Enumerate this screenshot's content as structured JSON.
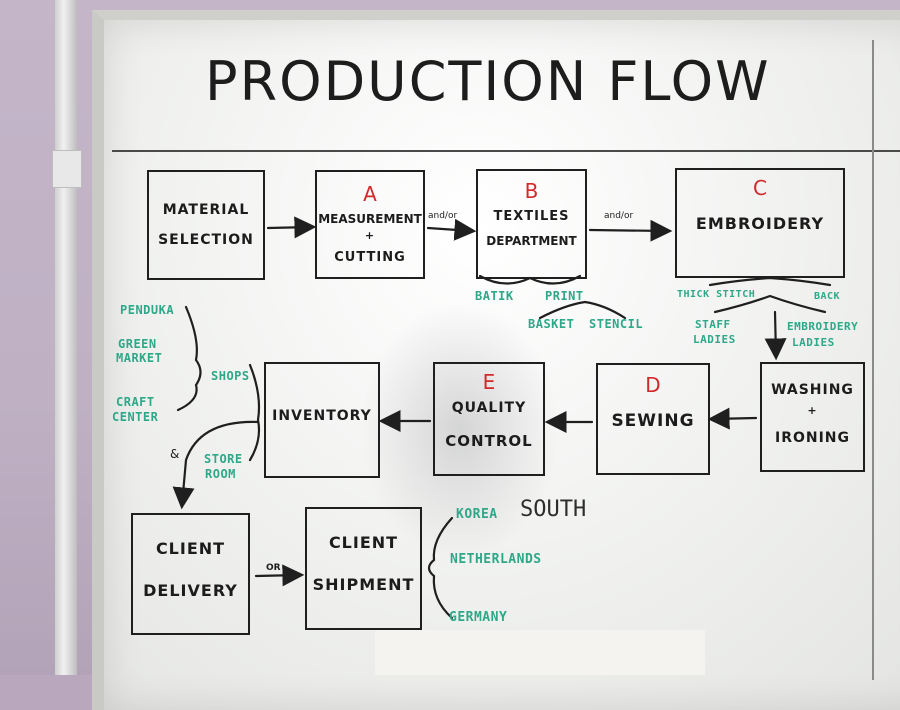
{
  "title": "PRODUCTION FLOW",
  "boxes": {
    "material_selection": {
      "line1": "MATERIAL",
      "line2": "SELECTION"
    },
    "measurement": {
      "letter": "A",
      "line1": "MEASUREMENT",
      "line2": "+",
      "line3": "CUTTING"
    },
    "textiles": {
      "letter": "B",
      "line1": "TEXTILES",
      "line2": "DEPARTMENT"
    },
    "embroidery": {
      "letter": "C",
      "line1": "EMBROIDERY"
    },
    "washing": {
      "line1": "WASHING",
      "line2": "+",
      "line3": "IRONING"
    },
    "sewing": {
      "letter": "D",
      "line1": "SEWING"
    },
    "quality": {
      "letter": "E",
      "line1": "QUALITY",
      "line2": "CONTROL"
    },
    "inventory": {
      "line1": "INVENTORY"
    },
    "client_delivery": {
      "line1": "CLIENT",
      "line2": "DELIVERY"
    },
    "client_shipment": {
      "line1": "CLIENT",
      "line2": "SHIPMENT"
    }
  },
  "connectors": {
    "andor_1": "and/or",
    "andor_2": "and/or",
    "or": "OR",
    "amp": "&"
  },
  "textiles_branches": {
    "batik": "BATIK",
    "print": "PRINT",
    "basket": "BASKET",
    "stencil": "STENCIL"
  },
  "embroidery_branches": {
    "thick_stitch": "THICK STITCH",
    "back": "BACK",
    "staff_1": "STAFF",
    "staff_2": "LADIES",
    "emb_1": "EMBROIDERY",
    "emb_2": "LADIES"
  },
  "shops": {
    "penduka": "PENDUKA",
    "green_1": "GREEN",
    "green_2": "MARKET",
    "craft_1": "CRAFT",
    "craft_2": "CENTER",
    "label": "SHOPS",
    "store_1": "STORE",
    "store_2": "ROOM"
  },
  "destinations": {
    "korea": "KOREA",
    "south": "SOUTH",
    "netherlands": "NETHERLANDS",
    "germany": "GERMANY"
  },
  "colors": {
    "ink": "#1f1f1f",
    "red": "#d02a2a",
    "green": "#2fa889"
  }
}
